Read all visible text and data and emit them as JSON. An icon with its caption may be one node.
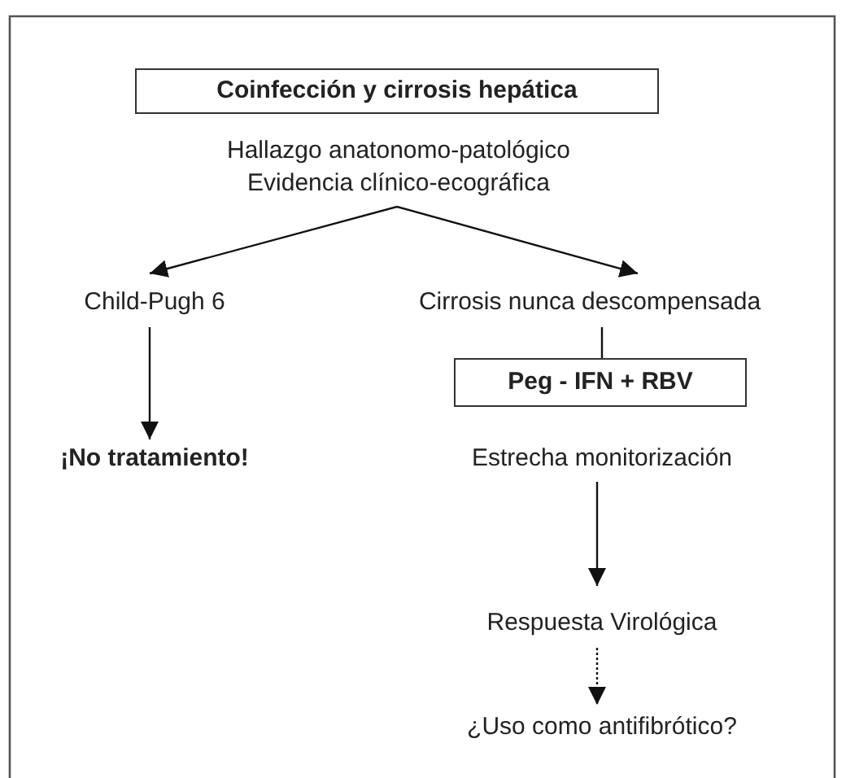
{
  "diagram": {
    "nodes": [
      {
        "text": [
          "Coinfección y cirrosis hepática"
        ]
      },
      {
        "text": [
          "Hallazgo anatonomo-patológico Evidencia clínico-ecográfica"
        ]
      },
      {
        "text": [
          "Child-Pugh 6"
        ]
      },
      {
        "text": [
          "Cirrosis nunca descompensada"
        ]
      },
      {
        "text": [
          "Peg - IFN + RBV"
        ]
      },
      {
        "text": [
          "¡No tratamiento!"
        ]
      },
      {
        "text": [
          "Estrecha monitorización"
        ]
      },
      {
        "text": [
          "Respuesta Virológica"
        ]
      },
      {
        "text": [
          "¿Uso como antifibrótico?"
        ]
      }
    ],
    "edges": [
      {
        "from": 1,
        "to": 2,
        "arrow": "to"
      },
      {
        "from": 1,
        "to": 3,
        "arrow": "to"
      },
      {
        "from": 3,
        "to": 4,
        "arrow": "none"
      },
      {
        "from": 2,
        "to": 5,
        "arrow": "to"
      },
      {
        "from": 6,
        "to": 7,
        "arrow": "to"
      },
      {
        "from": 7,
        "to": 8,
        "arrow": "to",
        "style": "dashed"
      }
    ]
  }
}
